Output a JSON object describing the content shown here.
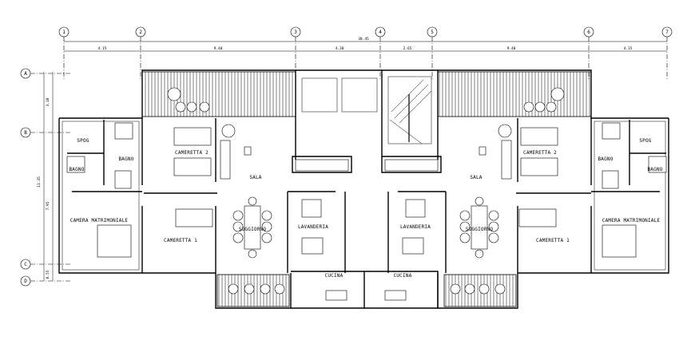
{
  "grid": {
    "columns": [
      "1",
      "2",
      "3",
      "4",
      "5",
      "6",
      "7"
    ],
    "rows": [
      "A",
      "B",
      "C",
      "D"
    ]
  },
  "dimensions": {
    "total": "30.45",
    "bays": [
      "4.15",
      "9.40",
      "4.30",
      "2.65",
      "9.40",
      "4.15"
    ],
    "left_rows": [
      "3.10",
      "11.35",
      "7.95",
      "0.55"
    ]
  },
  "rooms": {
    "sala": "SALA",
    "sala_r": "SALA",
    "camera2": "CAMERETTA 2",
    "camera2_r": "CAMERETTA 2",
    "camera1": "CAMERETTA 1",
    "camera1_r": "CAMERETTA 1",
    "matrimoniale": "CAMERA MATRIMONIALE",
    "matrimoniale_r": "CAMERA MATRIMONIALE",
    "soggiorno": "SOGGIORNO",
    "soggiorno_r": "SOGGIORNO",
    "cucina": "CUCINA",
    "cucina_r": "CUCINA",
    "bagno_a": "BAGNO",
    "bagno_b": "BAGNO",
    "bagno_a_r": "BAGNO",
    "bagno_b_r": "BAGNO",
    "spogl": "SPOG",
    "spogl_r": "SPOG",
    "lavanderia": "LAVANDERIA",
    "lavanderia_r": "LAVANDERIA"
  }
}
